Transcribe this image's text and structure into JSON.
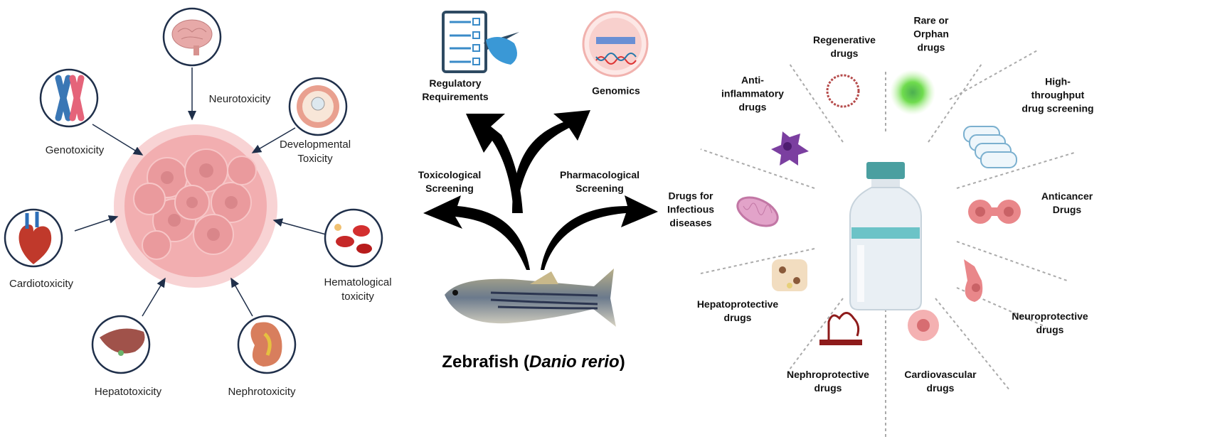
{
  "toxicity": {
    "neuro": "Neurotoxicity",
    "geno": "Genotoxicity",
    "developmental": "Developmental\nToxicity",
    "cardio": "Cardiotoxicity",
    "hematological": "Hematological\ntoxicity",
    "hepato": "Hepatotoxicity",
    "nephro": "Nephrotoxicity"
  },
  "center": {
    "regulatory": "Regulatory\nRequirements",
    "genomics": "Genomics",
    "toxicological": "Toxicological\nScreening",
    "pharmacological": "Pharmacological\nScreening",
    "title_main": "Zebrafish (",
    "title_italic": "Danio rerio",
    "title_end": ")"
  },
  "drugs": {
    "regenerative": "Regenerative\ndrugs",
    "rare": "Rare or\nOrphan\ndrugs",
    "high_throughput": "High-\nthroughput\ndrug screening",
    "anti_inflammatory": "Anti-\ninflammatory\ndrugs",
    "anticancer": "Anticancer\nDrugs",
    "infectious": "Drugs for\nInfectious\ndiseases",
    "neuroprotective": "Neuroprotective\ndrugs",
    "hepatoprotective": "Hepatoprotective\ndrugs",
    "nephroprotective": "Nephroprotective\ndrugs",
    "cardiovascular": "Cardiovascular\ndrugs"
  },
  "colors": {
    "cell": "#f2a9ab",
    "circle_border": "#1f2f4a",
    "arrow": "#000000",
    "dash": "#aaaaaa"
  }
}
